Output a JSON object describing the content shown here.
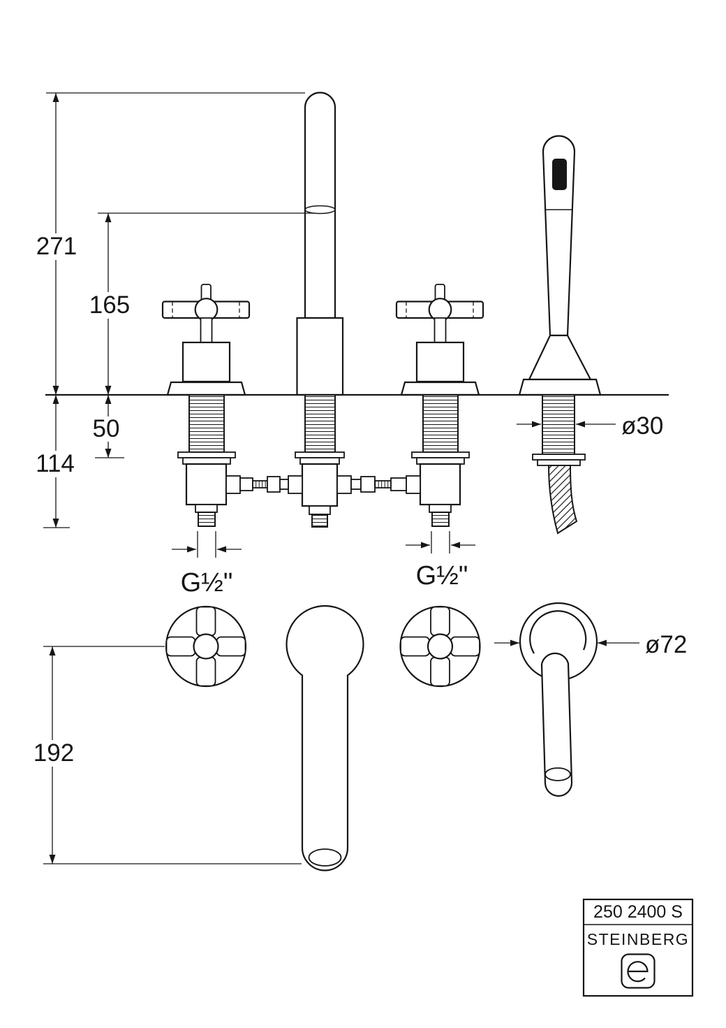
{
  "page": {
    "background": "#ffffff",
    "line_color": "#161616"
  },
  "dimensions": {
    "height_total": "271",
    "height_spout_joint": "165",
    "depth_thread": "50",
    "depth_total": "114",
    "thread_left": "G½\"",
    "thread_right": "G½\"",
    "dia_shank": "ø30",
    "dia_rosette": "ø72",
    "spout_reach": "192"
  },
  "title_block": {
    "model": "250 2400 S",
    "brand": "STEINBERG"
  }
}
